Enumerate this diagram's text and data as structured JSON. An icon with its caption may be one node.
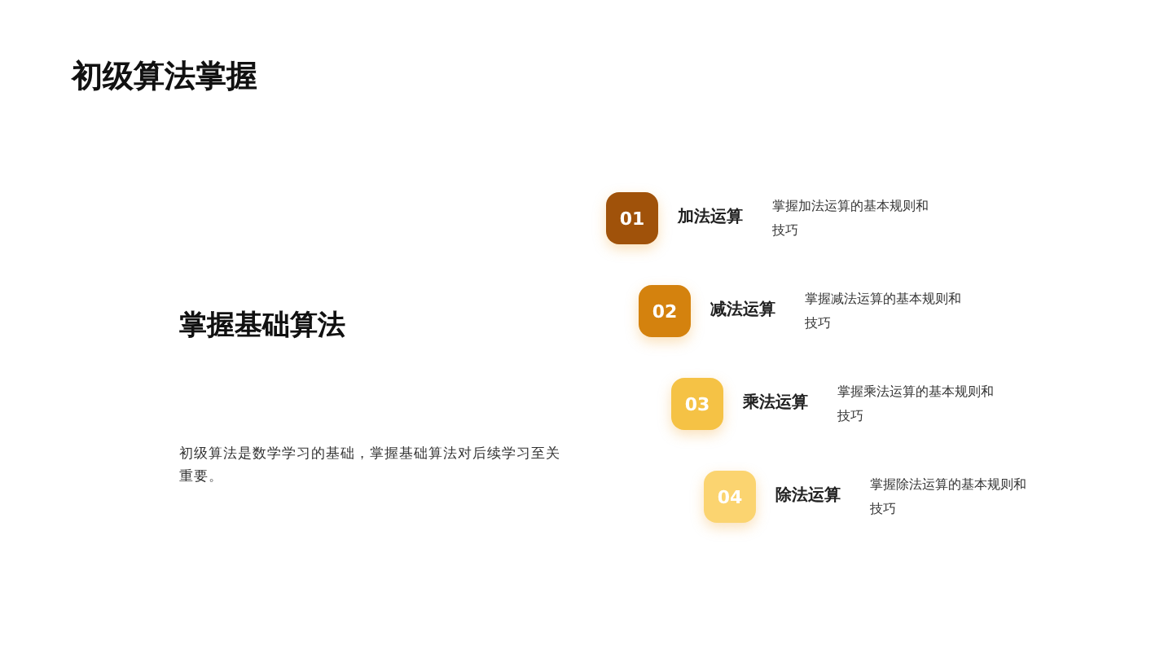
{
  "diagram": {
    "title": "初级算法掌握",
    "nodes": [
      {
        "text": [
          "01"
        ],
        "beside": [
          "加法运算",
          "掌握加法运算的基本规则和技巧"
        ]
      },
      {
        "text": [
          "02"
        ],
        "beside": [
          "减法运算",
          "掌握减法运算的基本规则和技巧"
        ]
      },
      {
        "text": [
          "03"
        ],
        "beside": [
          "乘法运算",
          "掌握乘法运算的基本规则和技巧"
        ]
      },
      {
        "text": [
          "04"
        ],
        "beside": [
          "除法运算",
          "掌握除法运算的基本规则和技巧"
        ]
      }
    ],
    "labels": [
      "掌握基础算法",
      "初级算法是数学学习的基础，掌握基础算法对后续学习至关重要。"
    ]
  }
}
